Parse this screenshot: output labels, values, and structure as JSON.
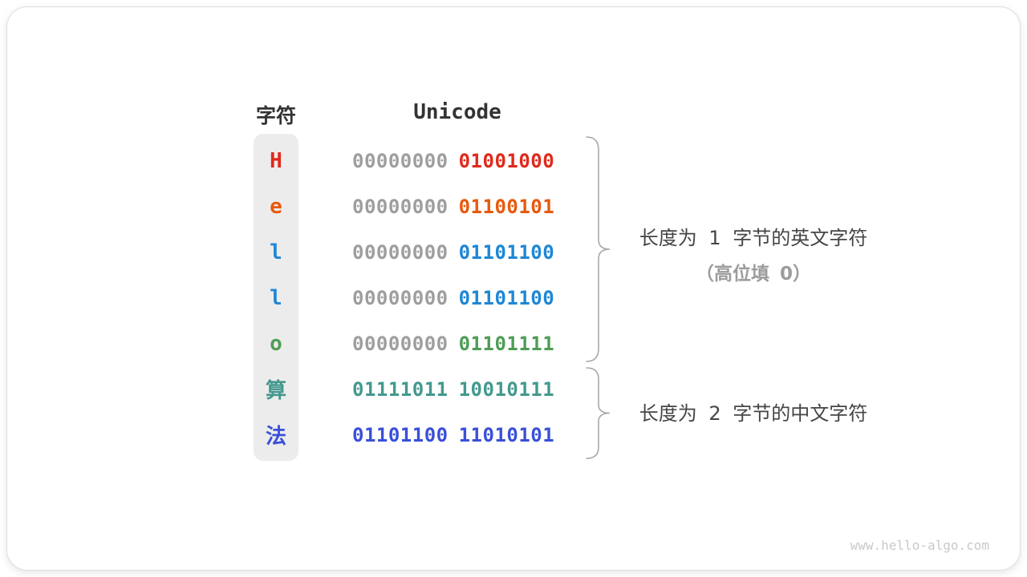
{
  "table": {
    "char_header": "字符",
    "unicode_header": "Unicode",
    "rows": [
      {
        "char": "H",
        "byte_high": "00000000",
        "byte_low": "01001000",
        "color": "#df2a1c",
        "high_is_padding": true
      },
      {
        "char": "e",
        "byte_high": "00000000",
        "byte_low": "01100101",
        "color": "#e8590c",
        "high_is_padding": true
      },
      {
        "char": "l",
        "byte_high": "00000000",
        "byte_low": "01101100",
        "color": "#1e87d5",
        "high_is_padding": true
      },
      {
        "char": "l",
        "byte_high": "00000000",
        "byte_low": "01101100",
        "color": "#1e87d5",
        "high_is_padding": true
      },
      {
        "char": "o",
        "byte_high": "00000000",
        "byte_low": "01101111",
        "color": "#4f9c55",
        "high_is_padding": true
      },
      {
        "char": "算",
        "byte_high": "01111011",
        "byte_low": "10010111",
        "color": "#44998e",
        "high_is_padding": false
      },
      {
        "char": "法",
        "byte_high": "01101100",
        "byte_low": "11010101",
        "color": "#3a50d8",
        "high_is_padding": false
      }
    ],
    "padding_color": "#9e9e9e"
  },
  "annotations": {
    "group1_line1": "长度为 1 字节的英文字符",
    "group1_line2": "（高位填 0）",
    "group2_line1": "长度为 2 字节的中文字符"
  },
  "watermark": "www.hello-algo.com",
  "colors": {
    "card_background": "#ffffff",
    "char_column_background": "#ececec",
    "header_text": "#333333",
    "annotation_text": "#454545",
    "annotation_muted_text": "#9c9c9c",
    "brace_stroke": "#a9a9a9",
    "watermark_text": "#c9c9c9"
  }
}
